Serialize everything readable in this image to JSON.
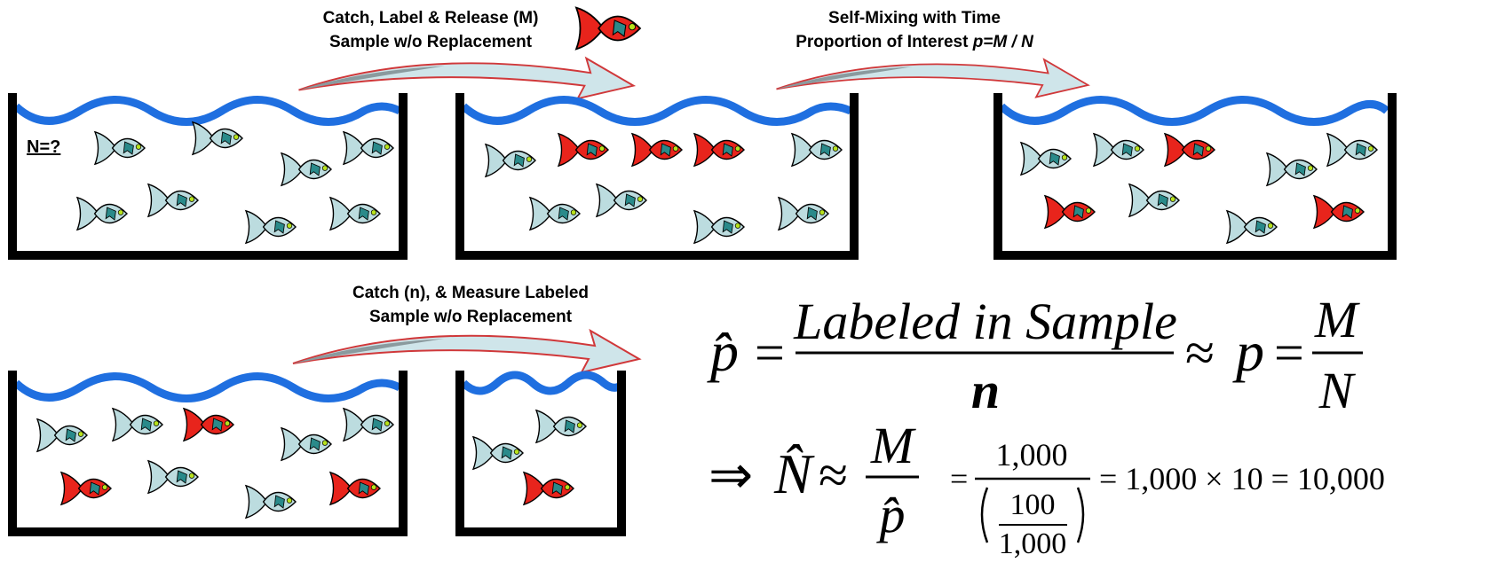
{
  "captions": {
    "step1_line1": "Catch, Label & Release (M)",
    "step1_line2": "Sample w/o Replacement",
    "step2_line1": "Self-Mixing with Time",
    "step2_line2_prefix": "Proportion of Interest ",
    "step2_line2_formula": "p=M / N",
    "step3_line1": "Catch (n), & Measure Labeled",
    "step3_line2": "Sample w/o Replacement",
    "unknown_population": "N=?"
  },
  "formula": {
    "p_hat": "p̂",
    "equals": "=",
    "numerator_text": "Labeled in Sample",
    "denominator_n": "n",
    "approx": "≈",
    "p": "p",
    "M": "M",
    "N": "N",
    "implies": "⇒",
    "N_hat": "N̂",
    "big_M": "M",
    "big_p_hat": "p̂",
    "num_1000": "1,000",
    "inner_100": "100",
    "inner_1000": "1,000",
    "result": "= 1,000 × 10 = 10,000"
  },
  "colors": {
    "water": "#1f6fe0",
    "fish_plain": "#bcdcdf",
    "fish_labeled": "#e8241c",
    "fish_pattern": "#2a8a8a",
    "fish_eye": "#b7e21c",
    "tank_wall": "#000000",
    "arrow_fill_light": "#cfe5ea",
    "arrow_fill_dark": "#8a9a9e",
    "arrow_stroke": "#d0383a"
  },
  "icons": {
    "fish": "fish-icon",
    "arrow": "curved-arrow-icon"
  }
}
